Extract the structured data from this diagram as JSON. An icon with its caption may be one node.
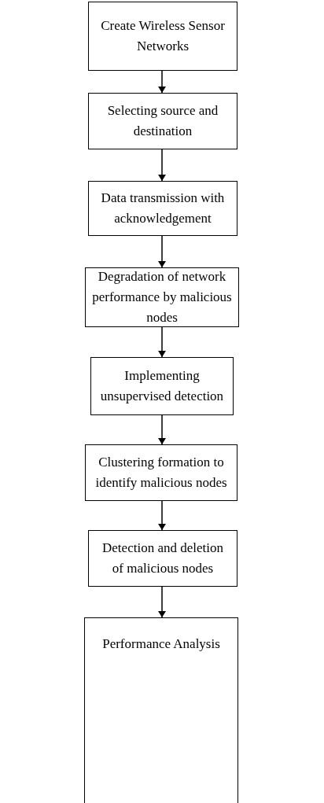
{
  "diagram": {
    "nodes": [
      {
        "text": [
          "Create Wireless Sensor Networks"
        ]
      },
      {
        "text": [
          "Selecting  source and destination"
        ]
      },
      {
        "text": [
          "Data transmission with acknowledgement"
        ]
      },
      {
        "text": [
          "Degradation of network performance by malicious nodes"
        ]
      },
      {
        "text": [
          "Implementing unsupervised detection"
        ]
      },
      {
        "text": [
          "Clustering formation to identify malicious nodes"
        ]
      },
      {
        "text": [
          "Detection and deletion of malicious nodes"
        ]
      },
      {
        "text": [
          "Performance Analysis"
        ]
      }
    ],
    "edges": [
      {
        "from": 0,
        "to": 1,
        "arrow": "to"
      },
      {
        "from": 1,
        "to": 2,
        "arrow": "to"
      },
      {
        "from": 2,
        "to": 3,
        "arrow": "to"
      },
      {
        "from": 3,
        "to": 4,
        "arrow": "to"
      },
      {
        "from": 4,
        "to": 5,
        "arrow": "to"
      },
      {
        "from": 5,
        "to": 6,
        "arrow": "to"
      },
      {
        "from": 6,
        "to": 7,
        "arrow": "to"
      }
    ]
  }
}
